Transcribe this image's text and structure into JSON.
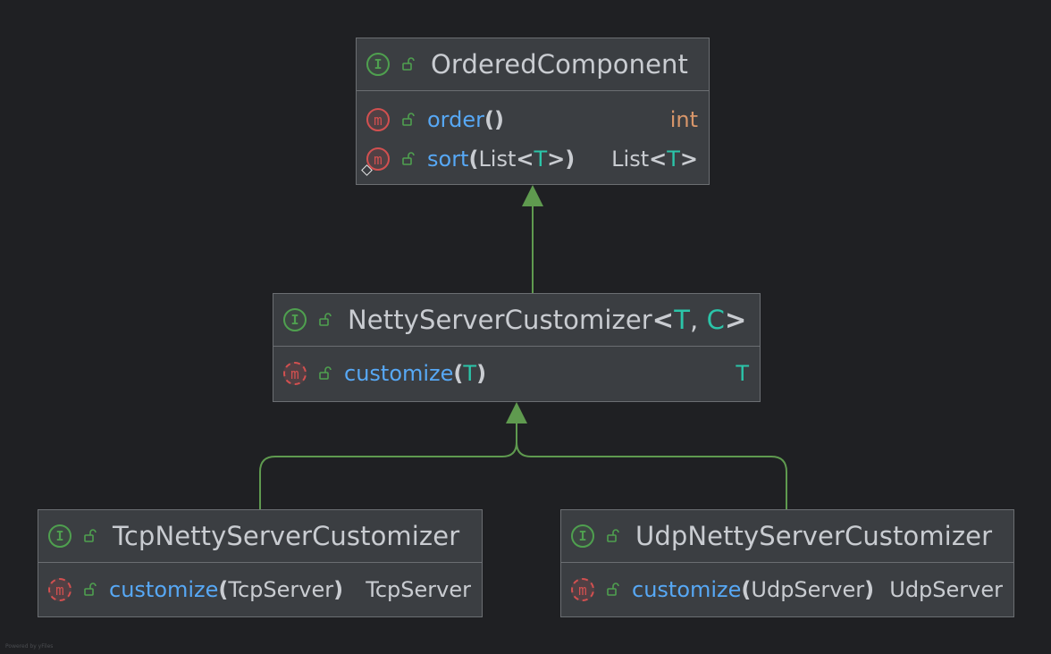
{
  "diagram": {
    "nodes": {
      "ordered_component": {
        "badge": "I",
        "title": "OrderedComponent",
        "members": [
          {
            "badge": "m",
            "name": "order",
            "paren_open": "(",
            "param": "",
            "paren_close": ")",
            "return": "int"
          },
          {
            "badge": "m",
            "name": "sort",
            "paren_open": "(",
            "param": "List",
            "param_generic": "T",
            "paren_close": ")",
            "return": "List",
            "return_generic": "T"
          }
        ]
      },
      "netty_server_customizer": {
        "badge": "I",
        "title": "NettyServerCustomizer",
        "generic_t": "T",
        "generic_sep": ", ",
        "generic_c": "C",
        "members": [
          {
            "badge": "m",
            "name": "customize",
            "paren_open": "(",
            "param": "T",
            "paren_close": ")",
            "return": "T"
          }
        ]
      },
      "tcp_netty_server_customizer": {
        "badge": "I",
        "title": "TcpNettyServerCustomizer",
        "members": [
          {
            "badge": "m",
            "name": "customize",
            "paren_open": "(",
            "param": "TcpServer",
            "paren_close": ")",
            "return": "TcpServer"
          }
        ]
      },
      "udp_netty_server_customizer": {
        "badge": "I",
        "title": "UdpNettyServerCustomizer",
        "members": [
          {
            "badge": "m",
            "name": "customize",
            "paren_open": "(",
            "param": "UdpServer",
            "paren_close": ")",
            "return": "UdpServer"
          }
        ]
      }
    },
    "edges": [
      {
        "from": "netty_server_customizer",
        "to": "ordered_component",
        "kind": "extends"
      },
      {
        "from": "tcp_netty_server_customizer",
        "to": "netty_server_customizer",
        "kind": "extends"
      },
      {
        "from": "udp_netty_server_customizer",
        "to": "netty_server_customizer",
        "kind": "extends"
      }
    ],
    "colors": {
      "background": "#1f2023",
      "node_fill": "#3b3e42",
      "node_border": "#6b6e72",
      "edge": "#5f9a4f",
      "method_name": "#57a8f5",
      "generic": "#2bc5a9",
      "primitive": "#d8966a",
      "interface_badge": "#4fa04f",
      "method_badge": "#d25050"
    },
    "icons": {
      "interface": "interface-icon",
      "method": "method-icon",
      "visibility": "unlock-icon",
      "override": "diamond-icon"
    },
    "watermark": "Powered by yFiles"
  }
}
